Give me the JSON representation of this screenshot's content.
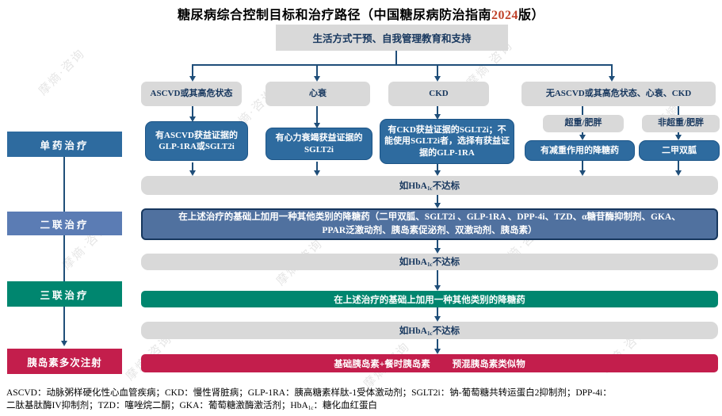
{
  "title": {
    "prefix": "糖尿病综合控制目标和治疗路径（中国糖尿病防治指南",
    "year": "2024",
    "suffix": "版）"
  },
  "watermark": "摩熵·咨询",
  "top_box": "生活方式干预、自我管理教育和支持",
  "branches": [
    {
      "header": "ASCVD或其高危状态",
      "detail": "有ASCVD获益证据的GLP-1RA或SGLT2i"
    },
    {
      "header": "心衰",
      "detail": "有心力衰竭获益证据的SGLT2i"
    },
    {
      "header": "CKD",
      "detail": "有CKD获益证据的SGLT2i；不能使用SGLT2i者，选择有获益证据的GLP-1RA"
    },
    {
      "header": "无ASCVD或其高危状态、心衰、CKD"
    }
  ],
  "sub_branches": [
    {
      "header": "超重/肥胖",
      "detail": "有减重作用的降糖药"
    },
    {
      "header": "非超重/肥胖",
      "detail": "二甲双胍"
    }
  ],
  "stages": [
    {
      "label": "单药治疗"
    },
    {
      "label": "二联治疗"
    },
    {
      "label": "三联治疗"
    },
    {
      "label": "胰岛素多次注射"
    }
  ],
  "hba1c": {
    "prefix": "如HbA",
    "sub": "1c",
    "suffix": "不达标"
  },
  "bars": {
    "dual": "在上述治疗的基础上加用一种其他类别的降糖药（二甲双胍、SGLT2i 、GLP-1RA 、DPP-4i、TZD、α糖苷酶抑制剂、GKA、PPAR泛激动剂、胰岛素促泌剂、双激动剂、胰岛素）",
    "triple": "在上述治疗的基础上加用一种其他类别的降糖药",
    "insulin_a": "基础胰岛素+餐时胰岛素",
    "insulin_b": "预混胰岛素类似物"
  },
  "colors": {
    "blue": "#2e6b9f",
    "slate_blue": "#50719f",
    "teal": "#00866f",
    "red": "#c31e4c",
    "gray": "#d9d9d9",
    "line": "#1f4e79",
    "navy_text": "#17375e",
    "year_red": "#c0432b"
  },
  "footnote": {
    "line1": "ASCVD：动脉粥样硬化性心血管疾病；CKD：慢性肾脏病；GLP-1RA：胰高糖素样肽-1受体激动剂；SGLT2i：钠-葡萄糖共转运蛋白2抑制剂；DPP-4i：",
    "line2_a": "二肽基肽酶IV抑制剂；TZD：噻唑烷二酮；GKA：葡萄糖激酶激活剂；HbA",
    "line2_sub": "1c",
    "line2_b": "：糖化血红蛋白"
  }
}
